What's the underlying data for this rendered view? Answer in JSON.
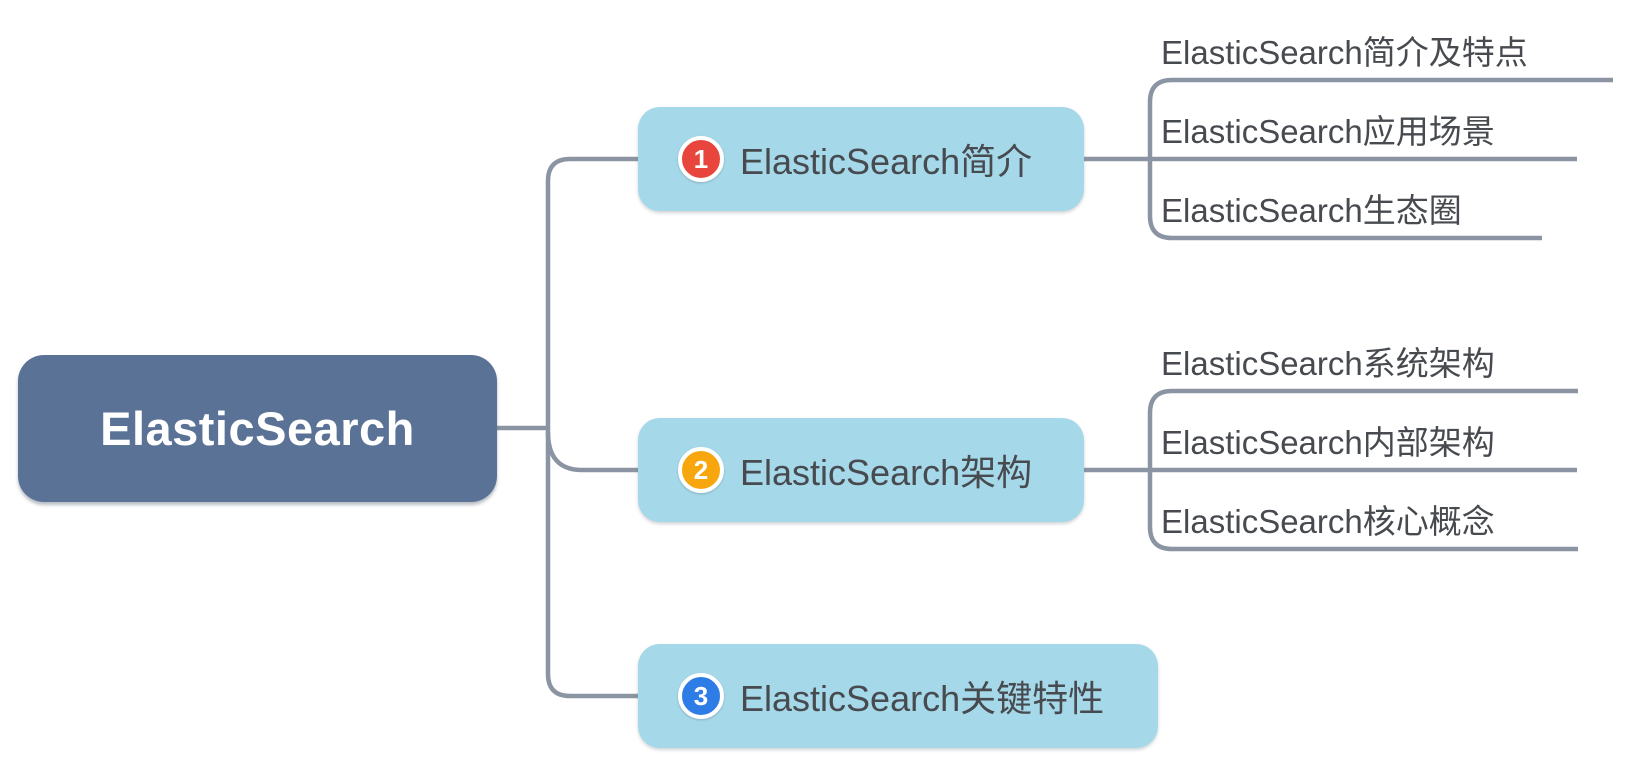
{
  "diagram": {
    "type": "mindmap",
    "root": {
      "label": "ElasticSearch"
    },
    "branches": [
      {
        "badge": "1",
        "badge_color": "#e8463c",
        "label": "ElasticSearch简介",
        "children": [
          "ElasticSearch简介及特点",
          "ElasticSearch应用场景",
          "ElasticSearch生态圈"
        ]
      },
      {
        "badge": "2",
        "badge_color": "#f7a70d",
        "label": "ElasticSearch架构",
        "children": [
          "ElasticSearch系统架构",
          "ElasticSearch内部架构",
          "ElasticSearch核心概念"
        ]
      },
      {
        "badge": "3",
        "badge_color": "#2e7ce5",
        "label": "ElasticSearch关键特性",
        "children": []
      }
    ],
    "colors": {
      "root_fill": "#5b7297",
      "root_text": "#ffffff",
      "branch_fill": "#a5d8e9",
      "topic_text": "#474a4f",
      "connector": "#8b94a3",
      "background": "#ffffff"
    }
  }
}
